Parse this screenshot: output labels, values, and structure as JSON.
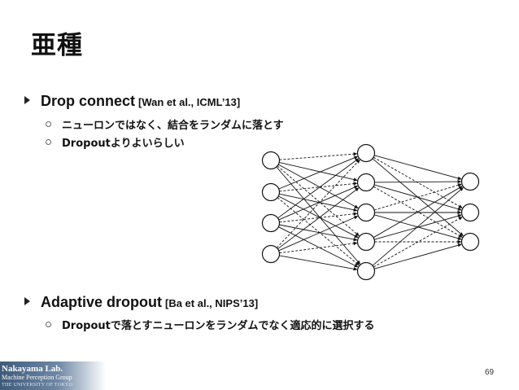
{
  "slide": {
    "title": "亜種",
    "page_number": "69"
  },
  "bullets": [
    {
      "main": "Drop connect",
      "citation": "[Wan et al., ICML’13]",
      "subs": [
        "ニューロンではなく、結合をランダムに落とす",
        "Dropoutよりよいらしい"
      ]
    },
    {
      "main": "Adaptive dropout",
      "citation": "[Ba et al., NIPS’13]",
      "subs": [
        "Dropoutで落とすニューロンをランダムでなく適応的に選択する"
      ]
    }
  ],
  "footer": {
    "lab_name": "Nakayama Lab.",
    "group_name": "Machine Perception Group",
    "university": "THE UNIVERSITY OF TOKYO"
  },
  "network": {
    "layer_sizes": [
      4,
      5,
      3
    ],
    "dashed_edges_layer1": [
      [
        0,
        0
      ],
      [
        0,
        3
      ],
      [
        1,
        1
      ],
      [
        1,
        4
      ],
      [
        2,
        2
      ],
      [
        3,
        0
      ],
      [
        3,
        3
      ]
    ],
    "dashed_edges_layer2": [
      [
        0,
        1
      ],
      [
        1,
        2
      ],
      [
        2,
        0
      ],
      [
        3,
        2
      ],
      [
        4,
        1
      ]
    ],
    "colors": {
      "stroke": "#111111",
      "fill": "#ffffff"
    }
  }
}
